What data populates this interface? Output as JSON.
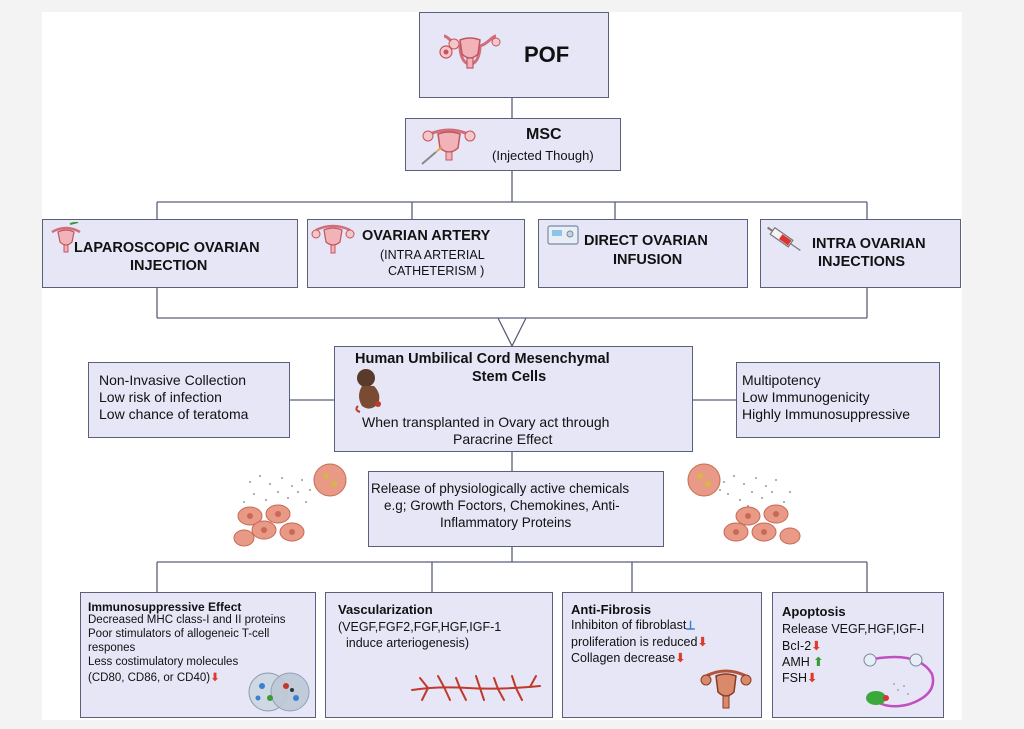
{
  "pof": {
    "title": "POF",
    "icon": "uterus-icon"
  },
  "msc": {
    "title": "MSC",
    "subtitle": "(Injected Though)",
    "icon": "uterus-syringe-icon"
  },
  "routes": [
    {
      "line1": "LAPAROSCOPIC OVARIAN",
      "line2": "INJECTION",
      "icon": "uterus-probe-icon"
    },
    {
      "line1": "OVARIAN ARTERY",
      "sub1": "(INTRA ARTERIAL",
      "sub2": "CATHETERISM )",
      "icon": "uterus-icon"
    },
    {
      "line1": "DIRECT OVARIAN",
      "line2": "INFUSION",
      "icon": "infusion-pump-icon"
    },
    {
      "line1": "INTRA OVARIAN",
      "line2": "INJECTIONS",
      "icon": "syringe-icon"
    }
  ],
  "hucmsc": {
    "title1": "Human Umbilical Cord Mesenchymal",
    "title2": "Stem Cells",
    "body1": "When transplanted in Ovary act through",
    "body2": "Paracrine Effect",
    "icon": "fetus-icon"
  },
  "left_props": [
    "Non-Invasive Collection",
    "Low risk of infection",
    "Low chance of teratoma"
  ],
  "right_props": [
    "Multipotency",
    "Low Immunogenicity",
    "Highly Immunosuppressive"
  ],
  "release": {
    "line1": "Release of physiologically active chemicals",
    "line2": "e.g; Growth Foctors, Chemokines, Anti-",
    "line3": "Inflammatory Proteins"
  },
  "effects": {
    "immuno": {
      "title": "Immunosuppressive Effect",
      "lines": [
        "Decreased MHC class-I and II proteins",
        "Poor stimulators of allogeneic T-cell",
        "respones",
        "Less costimulatory molecules",
        "(CD80, CD86, or CD40)"
      ],
      "icon": "immune-cells-icon"
    },
    "vasc": {
      "title": "Vascularization",
      "line1": "(VEGF,FGF2,FGF,HGF,IGF-1",
      "line2": "induce arteriogenesis)",
      "icon": "blood-vessel-icon"
    },
    "fibro": {
      "title": "Anti-Fibrosis",
      "line1": "Inhibiton of fibroblast",
      "line2": "proliferation is reduced",
      "line3": "Collagen decrease",
      "icon": "ovary-icon"
    },
    "apop": {
      "title": "Apoptosis",
      "line1": "Release VEGF,HGF,IGF-I",
      "line2": "BcI-2",
      "line3": "AMH",
      "line4": "FSH",
      "icon": "follicle-cycle-icon"
    }
  },
  "colors": {
    "box_fill": "#e6e6f7",
    "box_border": "#5a5f7a",
    "line": "#5a5f7a",
    "down_arrow": "#e03b2a",
    "up_arrow": "#3a9a3a",
    "cell": "#e89a86"
  }
}
